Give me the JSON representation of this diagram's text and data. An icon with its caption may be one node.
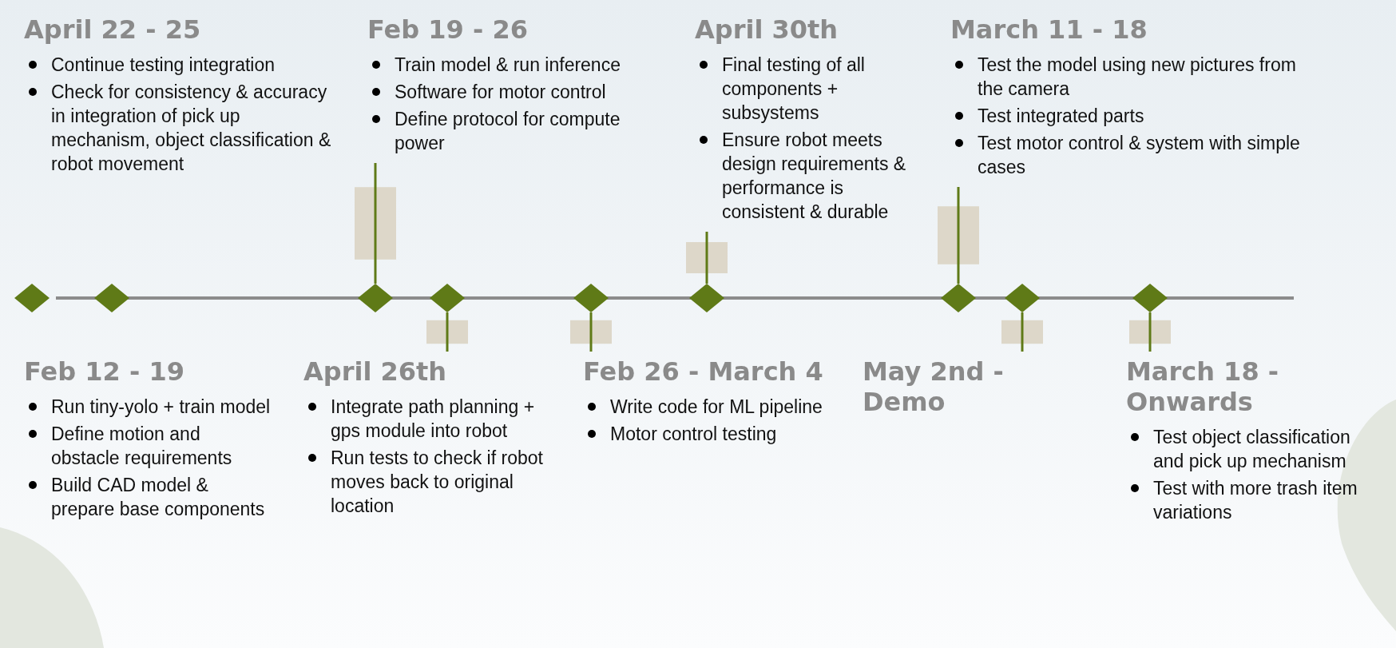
{
  "diagram": {
    "nodes": [
      {
        "text": [
          "April 22 - 25",
          "Continue testing integration",
          "Check for consistency & accuracy in integration of pick up mechanism, object classification & robot movement"
        ]
      },
      {
        "text": [
          "Feb 19 - 26",
          "Train model & run inference",
          "Software for motor control",
          "Define protocol for compute power"
        ]
      },
      {
        "text": [
          "April 30th",
          "Final testing of all components + subsystems",
          "Ensure robot meets design requirements & performance is consistent & durable"
        ]
      },
      {
        "text": [
          "March 11 - 18",
          "Test the model using new pictures from the camera",
          "Test integrated parts",
          "Test motor control & system with simple cases"
        ]
      },
      {
        "text": [],
        "shape": "diamond"
      },
      {
        "text": [],
        "shape": "diamond"
      },
      {
        "text": [],
        "shape": "diamond"
      },
      {
        "text": [],
        "shape": "diamond"
      },
      {
        "text": [],
        "shape": "diamond"
      },
      {
        "text": [],
        "shape": "diamond"
      },
      {
        "text": [],
        "shape": "diamond"
      },
      {
        "text": [],
        "shape": "diamond"
      },
      {
        "text": [],
        "shape": "diamond"
      },
      {
        "text": [
          "Feb 12 - 19",
          "Run tiny-yolo + train model",
          "Define motion and obstacle requirements",
          "Build CAD model & prepare base components"
        ]
      },
      {
        "text": [
          "April 26th",
          "Integrate path planning + gps module into robot",
          "Run tests to check if robot moves back to original location"
        ]
      },
      {
        "text": [
          "Feb 26 - March 4",
          "Write code for ML pipeline",
          "Motor control testing"
        ]
      },
      {
        "text": [
          "May 2nd - Demo"
        ]
      },
      {
        "text": [
          "March 18 - Onwards",
          "Test object classification and pick up mechanism",
          "Test with more trash item variations"
        ]
      }
    ],
    "edges": [
      {
        "from": 6,
        "to": 1,
        "arrow": "none"
      },
      {
        "from": 7,
        "to": 14,
        "arrow": "none"
      },
      {
        "from": 8,
        "to": 15,
        "arrow": "none"
      },
      {
        "from": 9,
        "to": 2,
        "arrow": "none"
      },
      {
        "from": 10,
        "to": 3,
        "arrow": "none"
      },
      {
        "from": 11,
        "to": 16,
        "arrow": "none"
      },
      {
        "from": 12,
        "to": 17,
        "arrow": "none"
      }
    ]
  }
}
